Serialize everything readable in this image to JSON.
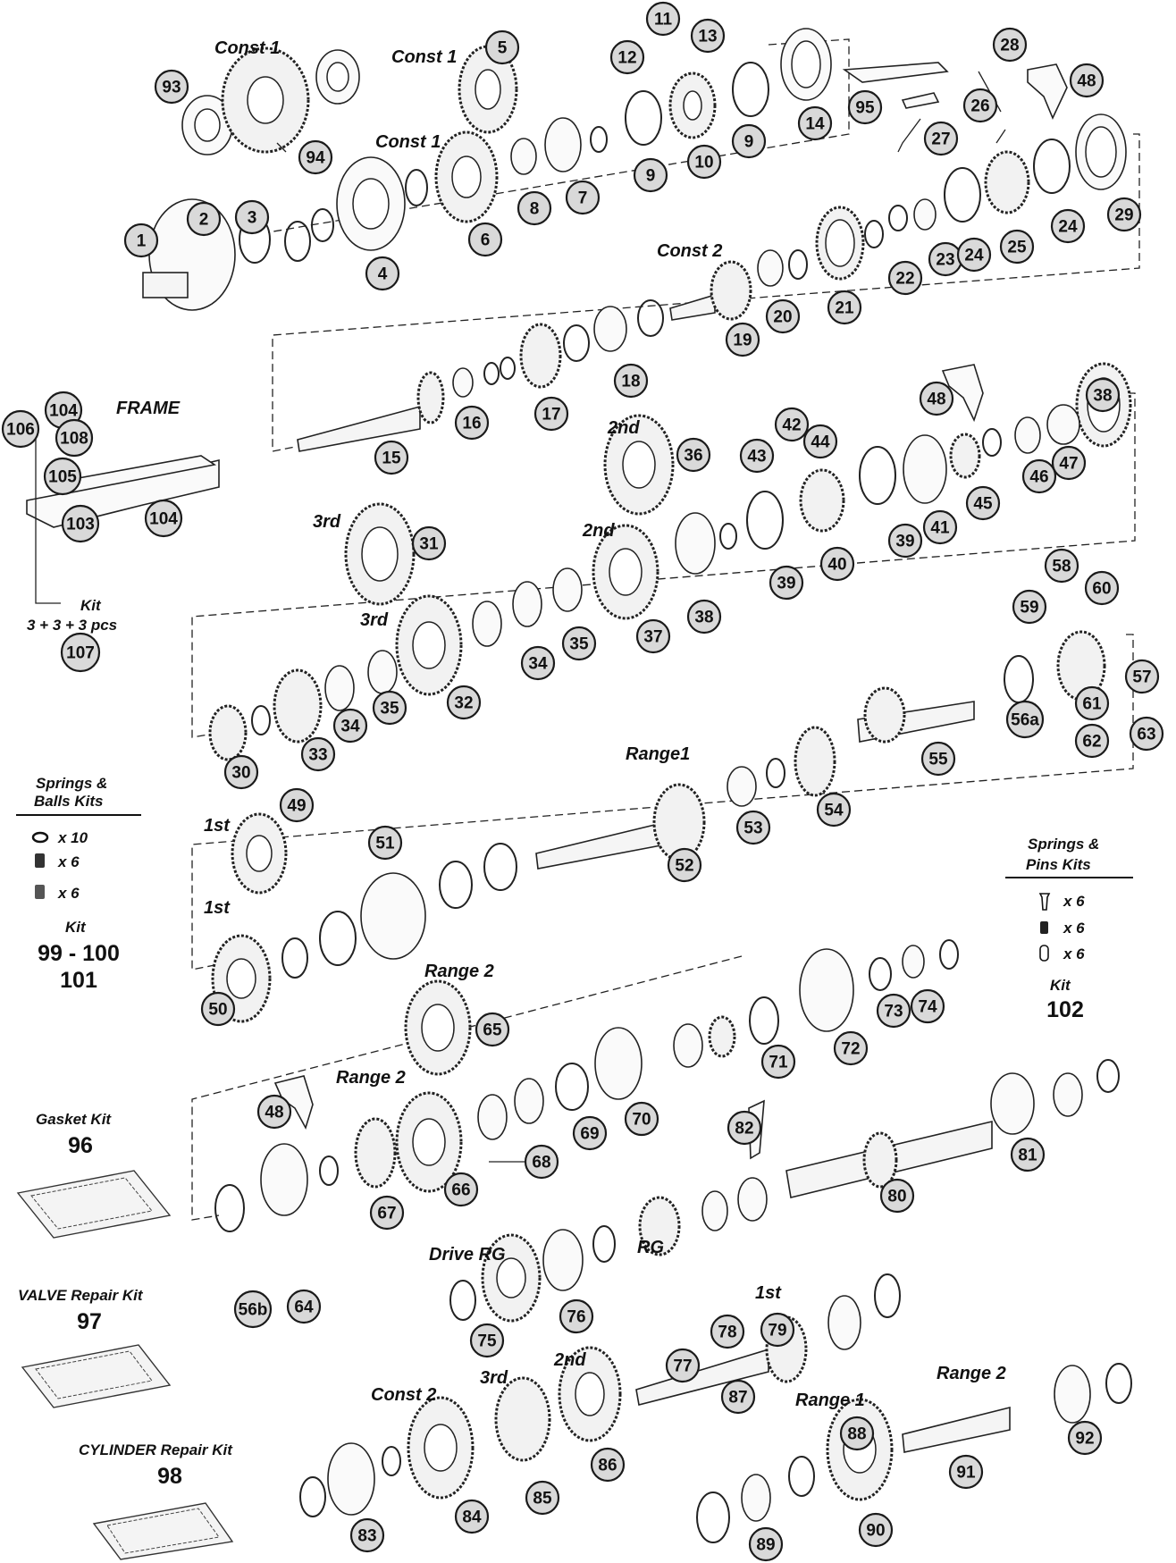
{
  "labels": {
    "const1_a": "Const  1",
    "const1_b": "Const  1",
    "const1_c": "Const  1",
    "const2_a": "Const  2",
    "const2_b": "Const  2",
    "frame": "FRAME",
    "second_a": "2nd",
    "second_b": "2nd",
    "second_c": "2nd",
    "third_a": "3rd",
    "third_b": "3rd",
    "third_c": "3rd",
    "first_a": "1st",
    "first_b": "1st",
    "first_c": "1st",
    "range1_a": "Range1",
    "range1_b": "Range 1",
    "range2_a": "Range 2",
    "range2_b": "Range 2",
    "range2_c": "Range 2",
    "rg": "RG",
    "drive_rg": "Drive  RG"
  },
  "kits": {
    "frame_kit": {
      "title": "Kit",
      "desc": "3 + 3 + 3 pcs",
      "number": "107"
    },
    "springs_balls": {
      "title_line1": "Springs &",
      "title_line2": "Balls Kits",
      "rows": [
        {
          "icon": "ball-icon",
          "qty": "x 10"
        },
        {
          "icon": "spring-icon",
          "qty": "x 6"
        },
        {
          "icon": "spring-icon",
          "qty": "x 6"
        }
      ],
      "kit_label": "Kit",
      "kit_line1": "99 - 100",
      "kit_line2": "101"
    },
    "springs_pins": {
      "title_line1": "Springs &",
      "title_line2": "Pins Kits",
      "rows": [
        {
          "icon": "pin-icon",
          "qty": "x 6"
        },
        {
          "icon": "spring-icon",
          "qty": "x 6"
        },
        {
          "icon": "pin-icon",
          "qty": "x 6"
        }
      ],
      "kit_label": "Kit",
      "kit_number": "102"
    },
    "gasket": {
      "title": "Gasket Kit",
      "number": "96"
    },
    "valve": {
      "title": "VALVE Repair Kit",
      "number": "97"
    },
    "cylinder": {
      "title": "CYLINDER Repair Kit",
      "number": "98"
    }
  },
  "parts": [
    "1",
    "2",
    "3",
    "4",
    "5",
    "6",
    "7",
    "8",
    "9",
    "9",
    "10",
    "11",
    "12",
    "13",
    "14",
    "15",
    "16",
    "17",
    "18",
    "19",
    "20",
    "21",
    "22",
    "23",
    "24",
    "24",
    "25",
    "26",
    "27",
    "28",
    "29",
    "30",
    "31",
    "32",
    "33",
    "34",
    "34",
    "35",
    "35",
    "36",
    "37",
    "38",
    "38",
    "39",
    "39",
    "40",
    "41",
    "42",
    "43",
    "44",
    "45",
    "46",
    "47",
    "48",
    "48",
    "48",
    "49",
    "50",
    "51",
    "52",
    "53",
    "54",
    "55",
    "56a",
    "56b",
    "57",
    "58",
    "59",
    "60",
    "61",
    "62",
    "63",
    "64",
    "65",
    "66",
    "67",
    "68",
    "69",
    "70",
    "71",
    "72",
    "73",
    "74",
    "75",
    "76",
    "77",
    "78",
    "79",
    "80",
    "81",
    "82",
    "83",
    "84",
    "85",
    "86",
    "87",
    "88",
    "89",
    "90",
    "91",
    "92",
    "93",
    "94",
    "95",
    "103",
    "104",
    "104",
    "105",
    "106",
    "108"
  ]
}
